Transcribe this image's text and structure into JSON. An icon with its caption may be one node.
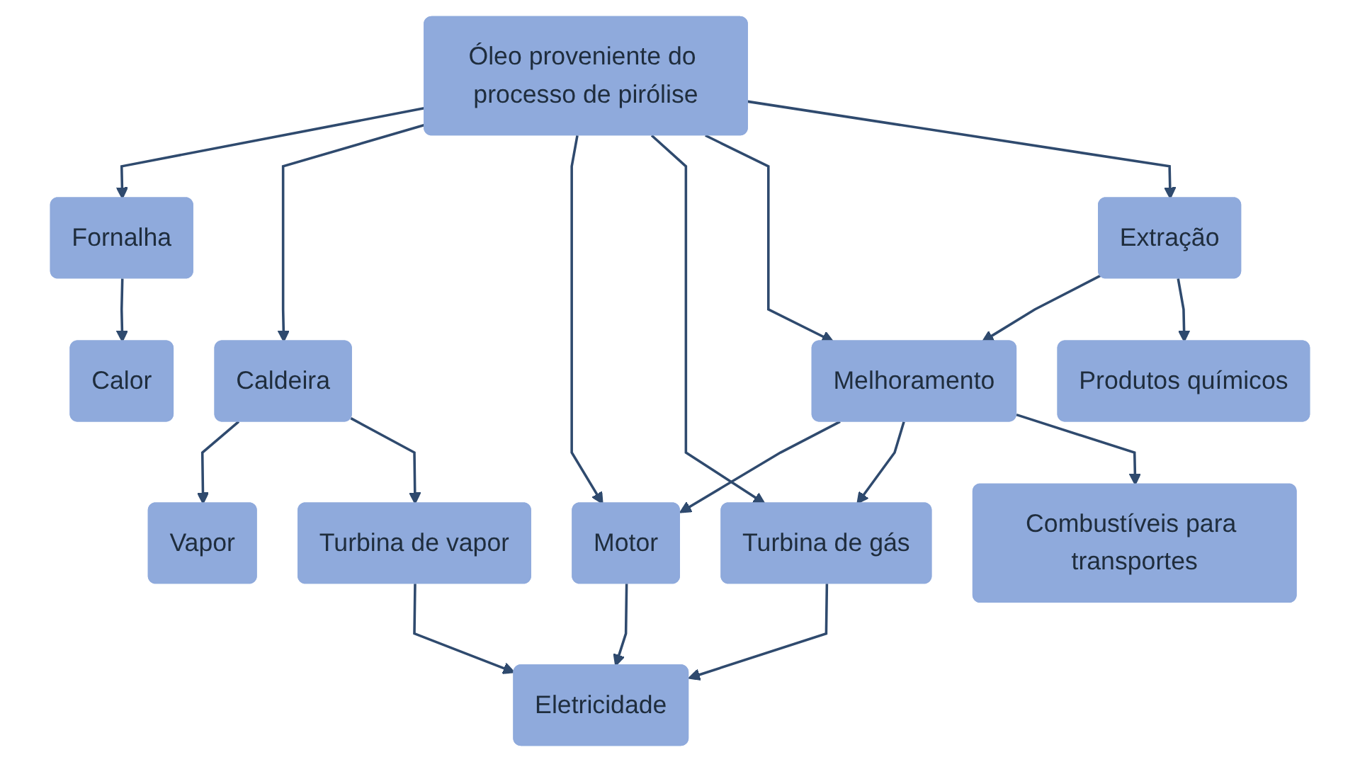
{
  "diagram": {
    "nodes": [
      {
        "text": [
          "Óleo proveniente do processo de pirólise"
        ]
      },
      {
        "text": [
          "Fornalha"
        ]
      },
      {
        "text": [
          "Caldeira"
        ]
      },
      {
        "text": [
          "Extração"
        ]
      },
      {
        "text": [
          "Melhoramento"
        ]
      },
      {
        "text": [
          "Turbina de vapor"
        ]
      },
      {
        "text": [
          "Motor"
        ]
      },
      {
        "text": [
          "Turbina de gás"
        ]
      },
      {
        "text": [
          "Calor"
        ]
      },
      {
        "text": [
          "Vapor"
        ]
      },
      {
        "text": [
          "Eletricidade"
        ]
      },
      {
        "text": [
          "Combustíveis para transportes"
        ]
      },
      {
        "text": [
          "Produtos químicos"
        ]
      }
    ],
    "edges": [
      {
        "from": 0,
        "to": 1,
        "arrow": "to"
      },
      {
        "from": 0,
        "to": 2,
        "arrow": "to"
      },
      {
        "from": 0,
        "to": 6,
        "arrow": "to"
      },
      {
        "from": 0,
        "to": 7,
        "arrow": "to"
      },
      {
        "from": 0,
        "to": 4,
        "arrow": "to"
      },
      {
        "from": 0,
        "to": 3,
        "arrow": "to"
      },
      {
        "from": 3,
        "to": 4,
        "arrow": "to"
      },
      {
        "from": 3,
        "to": 12,
        "arrow": "to"
      },
      {
        "from": 4,
        "to": 6,
        "arrow": "to"
      },
      {
        "from": 4,
        "to": 7,
        "arrow": "to"
      },
      {
        "from": 4,
        "to": 11,
        "arrow": "to"
      },
      {
        "from": 1,
        "to": 8,
        "arrow": "to"
      },
      {
        "from": 2,
        "to": 9,
        "arrow": "to"
      },
      {
        "from": 2,
        "to": 5,
        "arrow": "to"
      },
      {
        "from": 5,
        "to": 10,
        "arrow": "to"
      },
      {
        "from": 6,
        "to": 10,
        "arrow": "to"
      },
      {
        "from": 7,
        "to": 10,
        "arrow": "to"
      }
    ]
  }
}
